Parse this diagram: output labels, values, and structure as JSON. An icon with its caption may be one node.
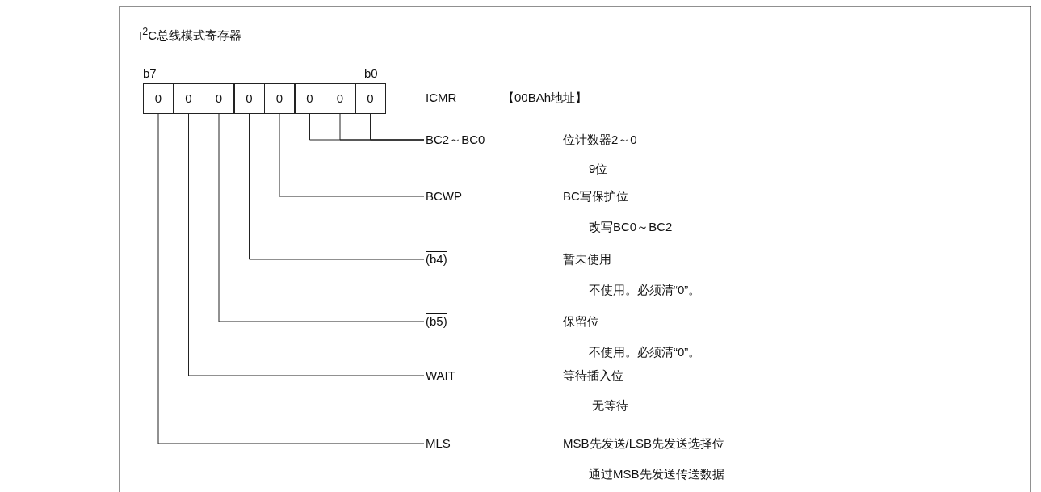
{
  "diagram": {
    "title": "I$^{2}$C总线模式寄存器",
    "nodes": [
      {
        "text": [
          "0"
        ]
      },
      {
        "text": [
          "0"
        ]
      },
      {
        "text": [
          "0"
        ]
      },
      {
        "text": [
          "0"
        ]
      },
      {
        "text": [
          "0"
        ]
      },
      {
        "text": [
          "0"
        ]
      },
      {
        "text": [
          "0"
        ]
      },
      {
        "text": [
          "0"
        ]
      },
      {
        "text": [
          "BC2～BC0"
        ]
      },
      {
        "text": [
          "BCWP"
        ]
      },
      {
        "text": [
          "(b4)"
        ]
      },
      {
        "text": [
          "(b5)"
        ]
      },
      {
        "text": [
          "WAIT"
        ]
      },
      {
        "text": [
          "MLS"
        ]
      }
    ],
    "edges": [
      {
        "from": 5,
        "to": 8,
        "arrow": "none"
      },
      {
        "from": 6,
        "to": 8,
        "arrow": "none"
      },
      {
        "from": 7,
        "to": 8,
        "arrow": "none"
      },
      {
        "from": 4,
        "to": 9,
        "arrow": "none"
      },
      {
        "from": 3,
        "to": 10,
        "arrow": "none"
      },
      {
        "from": 2,
        "to": 11,
        "arrow": "none"
      },
      {
        "from": 1,
        "to": 12,
        "arrow": "none"
      },
      {
        "from": 0,
        "to": 13,
        "arrow": "none"
      }
    ],
    "labels": [
      "b7",
      "b0",
      "ICMR",
      "【00BAh地址】",
      "位计数器2～0",
      "9位",
      "BC写保护位",
      "改写BC0～BC2",
      "暂未使用",
      "不使用。必须清“0”。",
      "保留位",
      "不使用。必须清“0”。",
      "等待插入位",
      "无等待",
      "MSB先发送/LSB先发送选择位",
      "通过MSB先发送传送数据"
    ]
  }
}
